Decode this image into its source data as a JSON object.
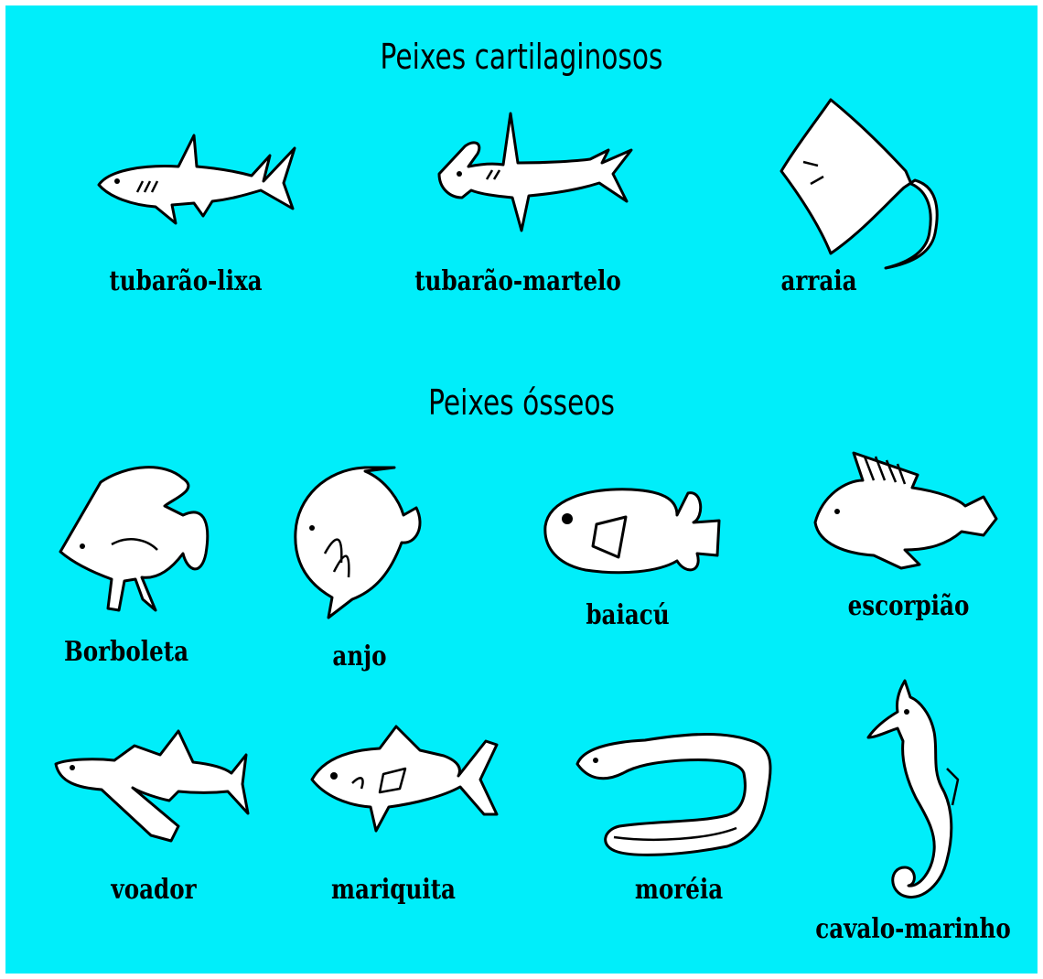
{
  "sections": [
    {
      "title": "Peixes cartilaginosos"
    },
    {
      "title": "Peixes ósseos"
    }
  ],
  "fish": {
    "tubarao_lixa": "tubarão-lixa",
    "tubarao_martelo": "tubarão-martelo",
    "arraia": "arraia",
    "borboleta": "Borboleta",
    "anjo": "anjo",
    "baiacu": "baiacú",
    "escorpiao": "escorpião",
    "voador": "voador",
    "mariquita": "mariquita",
    "moreia": "moréia",
    "cavalo_marinho": "cavalo-marinho"
  },
  "colors": {
    "background": "#00eefa",
    "fish_fill": "#ffffff",
    "outline": "#000000"
  }
}
